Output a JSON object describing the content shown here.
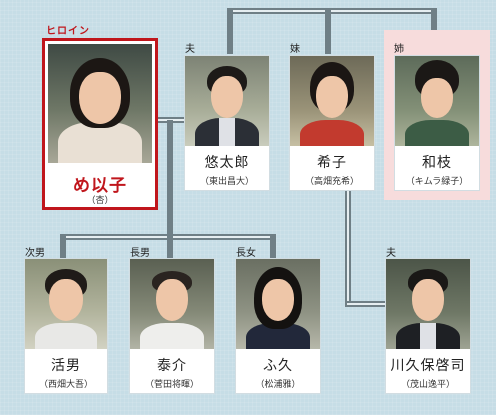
{
  "colors": {
    "background": "#c6dde6",
    "line": "#6f7f86",
    "heroine_accent": "#c0161c",
    "sister_panel": "#f7dcdc"
  },
  "labels": {
    "heroine": "ヒロイン",
    "husband_top": "夫",
    "younger_sister": "妹",
    "older_sister": "姉",
    "second_son": "次男",
    "eldest_son": "長男",
    "eldest_daughter": "長女",
    "husband_bottom": "夫"
  },
  "characters": {
    "meiko": {
      "name": "め以子",
      "actor": "（杏）"
    },
    "yutaro": {
      "name": "悠太郎",
      "actor": "（東出昌大）"
    },
    "kiko": {
      "name": "希子",
      "actor": "（高畑充希）"
    },
    "kazue": {
      "name": "和枝",
      "actor": "（キムラ緑子）"
    },
    "katsuo": {
      "name": "活男",
      "actor": "（西畑大吾）"
    },
    "taisuke": {
      "name": "泰介",
      "actor": "（菅田将暉）"
    },
    "fuku": {
      "name": "ふ久",
      "actor": "（松浦雅）"
    },
    "kawakubo": {
      "name": "川久保啓司",
      "actor": "（茂山逸平）"
    }
  }
}
